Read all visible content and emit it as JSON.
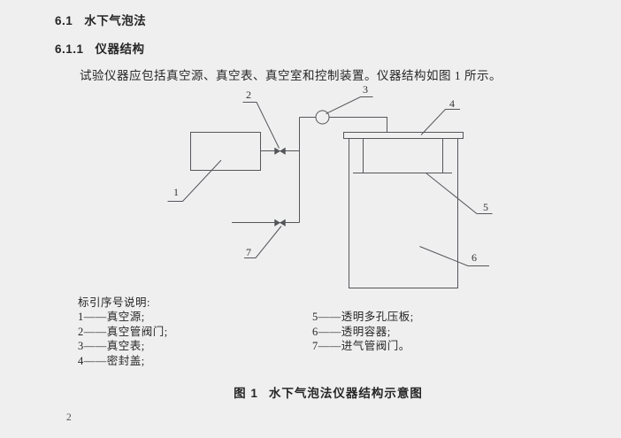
{
  "colors": {
    "background": "#efeff0",
    "ink": "#262626",
    "line": "#55565a"
  },
  "headings": {
    "section_number": "6.1",
    "section_title": "水下气泡法",
    "subsection_number": "6.1.1",
    "subsection_title": "仪器结构"
  },
  "paragraph": "试验仪器应包括真空源、真空表、真空室和控制装置。仪器结构如图 1 所示。",
  "figure": {
    "callouts": {
      "c1": "1",
      "c2": "2",
      "c3": "3",
      "c4": "4",
      "c5": "5",
      "c6": "6",
      "c7": "7"
    },
    "legend": {
      "title": "标引序号说明:",
      "left": [
        "1——真空源;",
        "2——真空管阀门;",
        "3——真空表;",
        "4——密封盖;"
      ],
      "right": [
        "5——透明多孔压板;",
        "6——透明容器;",
        "7——进气管阀门。"
      ]
    },
    "caption_label": "图 1",
    "caption_title": "水下气泡法仪器结构示意图"
  },
  "footer": {
    "page_number": "2"
  }
}
